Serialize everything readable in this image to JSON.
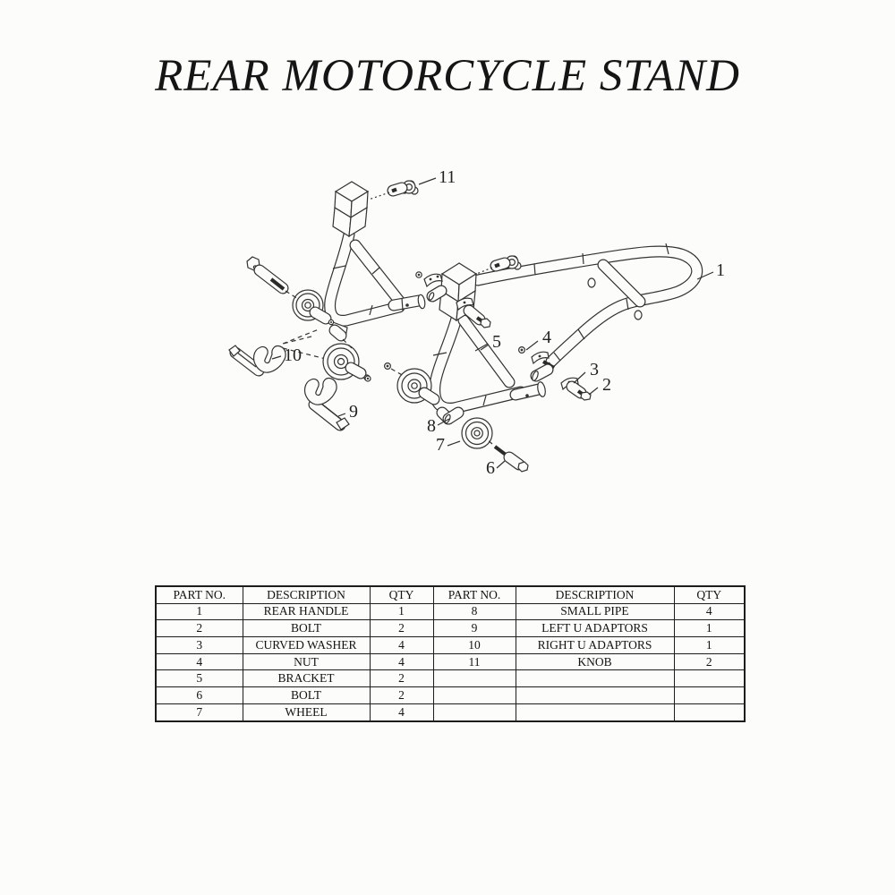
{
  "page": {
    "title": "REAR MOTORCYCLE STAND",
    "background": "#fcfcfb",
    "ink": "#2a2a2a"
  },
  "diagram": {
    "kind": "exploded-parts-view",
    "callouts": [
      {
        "label": "11",
        "points_to": "knob"
      },
      {
        "label": "1",
        "points_to": "rear handle"
      },
      {
        "label": "5",
        "points_to": "bracket"
      },
      {
        "label": "4",
        "points_to": "nut"
      },
      {
        "label": "3",
        "points_to": "curved washer"
      },
      {
        "label": "2",
        "points_to": "bolt"
      },
      {
        "label": "10",
        "points_to": "right u adaptor"
      },
      {
        "label": "9",
        "points_to": "left u adaptor"
      },
      {
        "label": "8",
        "points_to": "small pipe"
      },
      {
        "label": "7",
        "points_to": "wheel"
      },
      {
        "label": "6",
        "points_to": "bolt"
      }
    ]
  },
  "parts_table": {
    "headers": [
      "PART NO.",
      "DESCRIPTION",
      "QTY",
      "PART NO.",
      "DESCRIPTION",
      "QTY"
    ],
    "rows": [
      [
        "1",
        "REAR HANDLE",
        "1",
        "8",
        "SMALL PIPE",
        "4"
      ],
      [
        "2",
        "BOLT",
        "2",
        "9",
        "LEFT  U ADAPTORS",
        "1"
      ],
      [
        "3",
        "CURVED WASHER",
        "4",
        "10",
        "RIGHT  U ADAPTORS",
        "1"
      ],
      [
        "4",
        "NUT",
        "4",
        "11",
        "KNOB",
        "2"
      ],
      [
        "5",
        "BRACKET",
        "2",
        "",
        "",
        ""
      ],
      [
        "6",
        "BOLT",
        "2",
        "",
        "",
        ""
      ],
      [
        "7",
        "WHEEL",
        "4",
        "",
        "",
        ""
      ]
    ]
  }
}
